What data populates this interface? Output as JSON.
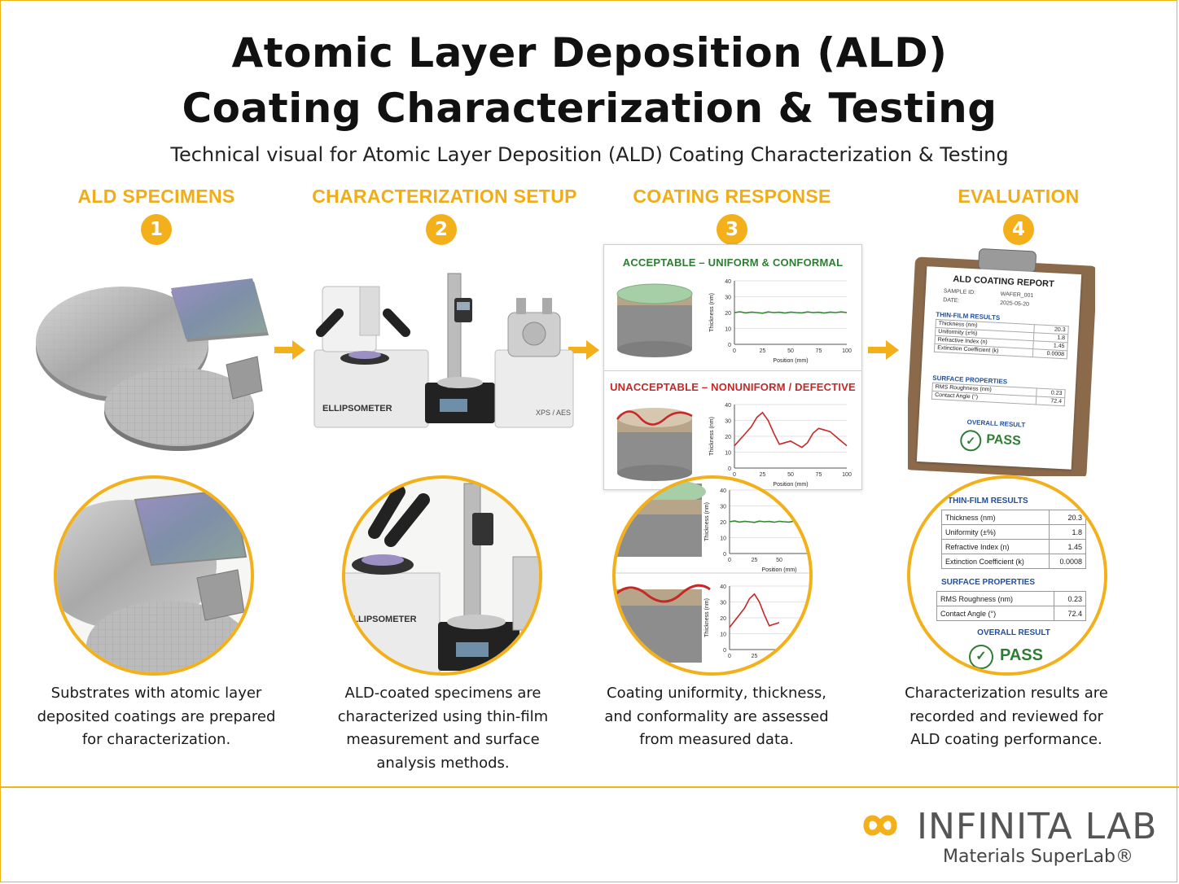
{
  "title_line1": "Atomic Layer Deposition (ALD)",
  "title_line2": "Coating Characterization & Testing",
  "subtitle": "Technical visual for Atomic Layer Deposition (ALD) Coating Characterization & Testing",
  "steps": [
    {
      "num": "1",
      "heading": "ALD SPECIMENS",
      "desc": [
        "Substrates with atomic layer",
        "deposited coatings are prepared",
        "for characterization."
      ]
    },
    {
      "num": "2",
      "heading": "CHARACTERIZATION SETUP",
      "desc": [
        "ALD-coated specimens are",
        "characterized using thin-film",
        "measurement and surface",
        "analysis methods."
      ]
    },
    {
      "num": "3",
      "heading": "COATING RESPONSE",
      "desc": [
        "Coating uniformity, thickness,",
        "and conformality are assessed",
        "from measured data."
      ]
    },
    {
      "num": "4",
      "heading": "EVALUATION",
      "desc": [
        "Characterization results are",
        "recorded and reviewed for",
        "ALD coating performance."
      ]
    }
  ],
  "equipment": {
    "ellipsometer": "ELLIPSOMETER",
    "xps": "XPS / AES"
  },
  "response": {
    "acceptable_label": "ACCEPTABLE – UNIFORM & CONFORMAL",
    "unacceptable_label": "UNACCEPTABLE – NONUNIFORM / DEFECTIVE",
    "ylabel": "Thickness (nm)",
    "xlabel": "Position (mm)"
  },
  "chart_data": [
    {
      "type": "line",
      "title": "ACCEPTABLE – UNIFORM & CONFORMAL",
      "xlabel": "Position (mm)",
      "ylabel": "Thickness (nm)",
      "xlim": [
        0,
        100
      ],
      "ylim": [
        0,
        40
      ],
      "xticks": [
        0,
        25,
        50,
        75,
        100
      ],
      "yticks": [
        0,
        10,
        20,
        30,
        40
      ],
      "series": [
        {
          "color": "#2e8b2e",
          "x": [
            0,
            5,
            10,
            15,
            20,
            25,
            30,
            35,
            40,
            45,
            50,
            55,
            60,
            65,
            70,
            75,
            80,
            85,
            90,
            95,
            100
          ],
          "y": [
            20,
            20.5,
            19.8,
            20.3,
            20,
            19.6,
            20.4,
            20,
            20.2,
            19.7,
            20.3,
            20,
            19.8,
            20.4,
            20,
            20.2,
            19.7,
            20.3,
            20,
            20.4,
            20
          ]
        }
      ]
    },
    {
      "type": "line",
      "title": "UNACCEPTABLE – NONUNIFORM / DEFECTIVE",
      "xlabel": "Position (mm)",
      "ylabel": "Thickness (nm)",
      "xlim": [
        0,
        100
      ],
      "ylim": [
        0,
        40
      ],
      "xticks": [
        0,
        25,
        50,
        75,
        100
      ],
      "yticks": [
        0,
        10,
        20,
        30,
        40
      ],
      "series": [
        {
          "color": "#c62828",
          "x": [
            0,
            5,
            10,
            15,
            20,
            25,
            30,
            35,
            40,
            45,
            50,
            55,
            60,
            65,
            70,
            75,
            80,
            85,
            90,
            95,
            100
          ],
          "y": [
            14,
            18,
            22,
            26,
            32,
            35,
            30,
            22,
            15,
            16,
            17,
            15,
            13,
            16,
            22,
            25,
            24,
            23,
            20,
            17,
            14
          ]
        }
      ]
    }
  ],
  "report": {
    "title": "ALD COATING REPORT",
    "sample_id_label": "SAMPLE ID:",
    "sample_id": "WAFER_001",
    "date_label": "DATE:",
    "date": "2025-05-20",
    "thin_film_heading": "THIN-FILM RESULTS",
    "thin_film": [
      {
        "label": "Thickness (nm)",
        "value": "20.3"
      },
      {
        "label": "Uniformity (±%)",
        "value": "1.8"
      },
      {
        "label": "Refractive Index (n)",
        "value": "1.45"
      },
      {
        "label": "Extinction Coefficient (k)",
        "value": "0.0008"
      }
    ],
    "surface_heading": "SURFACE PROPERTIES",
    "surface": [
      {
        "label": "RMS Roughness (nm)",
        "value": "0.23"
      },
      {
        "label": "Contact Angle (°)",
        "value": "72.4"
      }
    ],
    "overall_label": "OVERALL RESULT",
    "overall": "PASS"
  },
  "logo": {
    "name": "INFINITA LAB",
    "tagline": "Materials SuperLab®"
  },
  "colors": {
    "accent": "#f3b01b",
    "pass": "#2e7d32",
    "fail": "#c62828",
    "heading_blue": "#1f4e9b"
  }
}
